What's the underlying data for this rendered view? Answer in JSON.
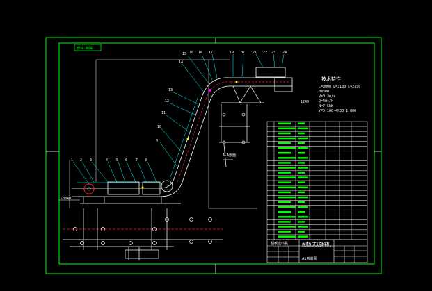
{
  "colors": {
    "background": "#000000",
    "frame": "#00ff00",
    "white": "#ffffff",
    "cyan": "#00ffff",
    "yellow": "#ffff00",
    "red": "#ff2020",
    "magenta": "#ff00ff",
    "blue": "#3060ff"
  },
  "drawing": {
    "view_title": "部件-特殊",
    "item_numbers": [
      "1",
      "2",
      "3",
      "4",
      "5",
      "6",
      "7",
      "8",
      "9",
      "10",
      "11",
      "12",
      "13",
      "14",
      "15",
      "16",
      "17",
      "18",
      "19",
      "20",
      "21",
      "22",
      "23",
      "24"
    ],
    "left_dimension": "-3840",
    "right_dimension": "1240",
    "spec_heading": "技术特性",
    "spec_lines": [
      "L=3000  L=3130  L=2350",
      "B=600",
      "V=0.3m/s",
      "Q=40t/h",
      "N=7.5kW",
      "YPD-100-4P30  1:800"
    ],
    "section_label": "A-A剖面"
  },
  "title_block": {
    "drawing_name": "刮板式送料机",
    "company": "刮板送料机",
    "drawing_number": "A1总装图"
  }
}
